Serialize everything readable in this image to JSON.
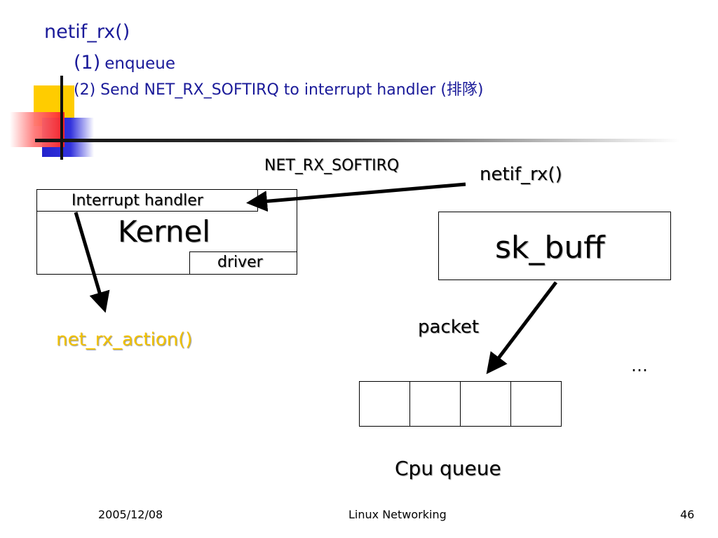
{
  "title": {
    "line1": "netif_rx()",
    "line2_prefix": "(1)",
    "line2_text": "enqueue",
    "line3": "(2)  Send NET_RX_SOFTIRQ to interrupt handler (排隊)"
  },
  "diagram": {
    "interrupt_handler": "Interrupt handler",
    "kernel": "Kernel",
    "driver": "driver",
    "sk_buff": "sk_buff",
    "softirq": "NET_RX_SOFTIRQ",
    "netif_rx": "netif_rx()",
    "net_rx_action": "net_rx_action()",
    "packet": "packet",
    "ellipsis": "…",
    "cpu_queue": "Cpu queue",
    "queue_cells": 4
  },
  "colors": {
    "title": "#1a1a99",
    "highlight": "#f2c200"
  },
  "footer": {
    "date": "2005/12/08",
    "center": "Linux Networking",
    "page": "46"
  }
}
